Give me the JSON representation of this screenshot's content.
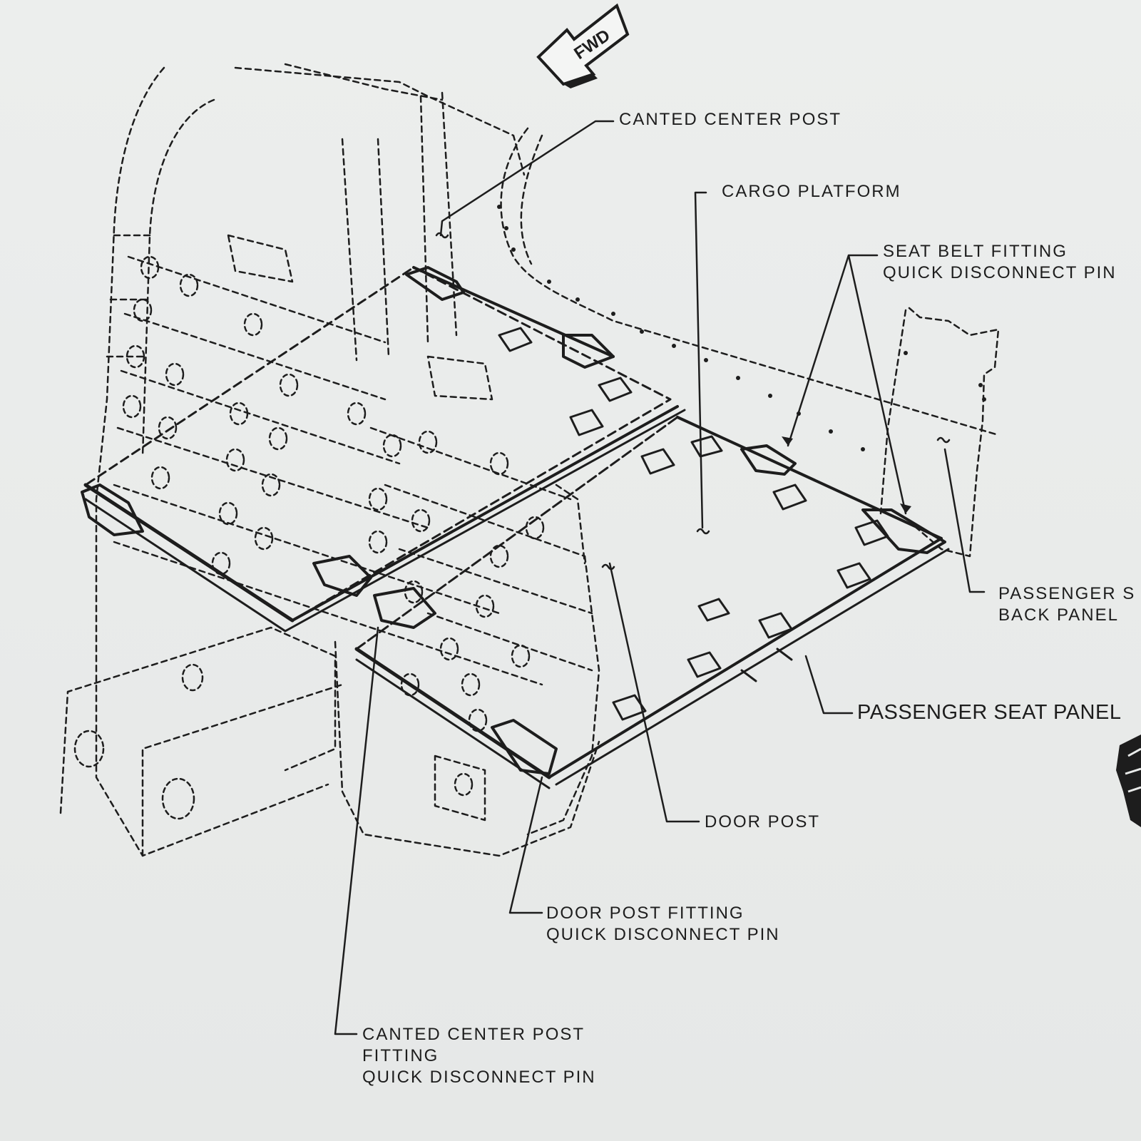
{
  "direction_marker": {
    "label": "FWD"
  },
  "callouts": {
    "canted_center_post": "CANTED CENTER POST",
    "cargo_platform": "CARGO PLATFORM",
    "seat_belt_fitting": [
      "SEAT BELT FITTING",
      "QUICK DISCONNECT PIN"
    ],
    "passenger_back_panel": [
      "PASSENGER S",
      "BACK PANEL"
    ],
    "passenger_seat_panel": "PASSENGER SEAT PANEL",
    "door_post": "DOOR POST",
    "door_post_fitting": [
      "DOOR POST FITTING",
      "QUICK DISCONNECT PIN"
    ],
    "canted_center_post_fitting": [
      "CANTED CENTER POST",
      "FITTING",
      "QUICK DISCONNECT PIN"
    ]
  },
  "colors": {
    "paper": "#e9ebea",
    "ink": "#1d1d1d"
  }
}
